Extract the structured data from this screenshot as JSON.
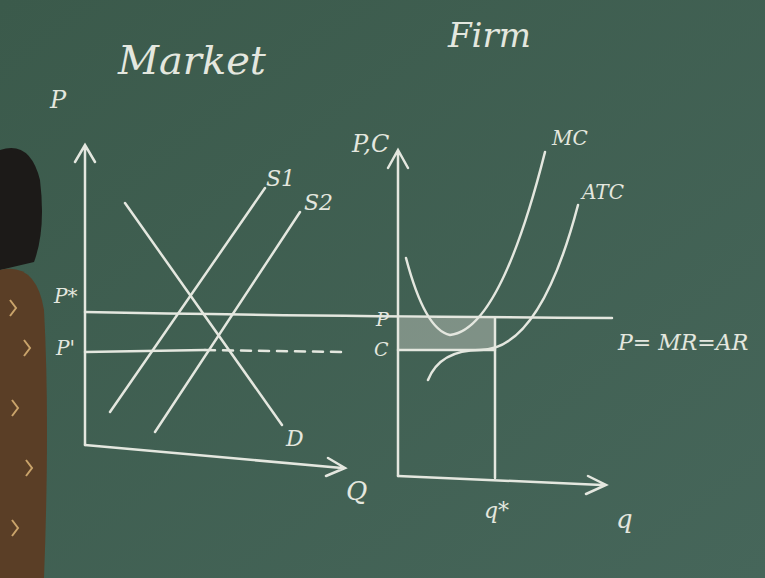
{
  "diagram": {
    "labels": [
      "Market",
      "Firm",
      "P",
      "P*",
      "P'",
      "S1",
      "S2",
      "D",
      "Q",
      "P,C",
      "MC",
      "ATC",
      "P= MR=AR",
      "P",
      "C",
      "q*",
      "q"
    ]
  }
}
